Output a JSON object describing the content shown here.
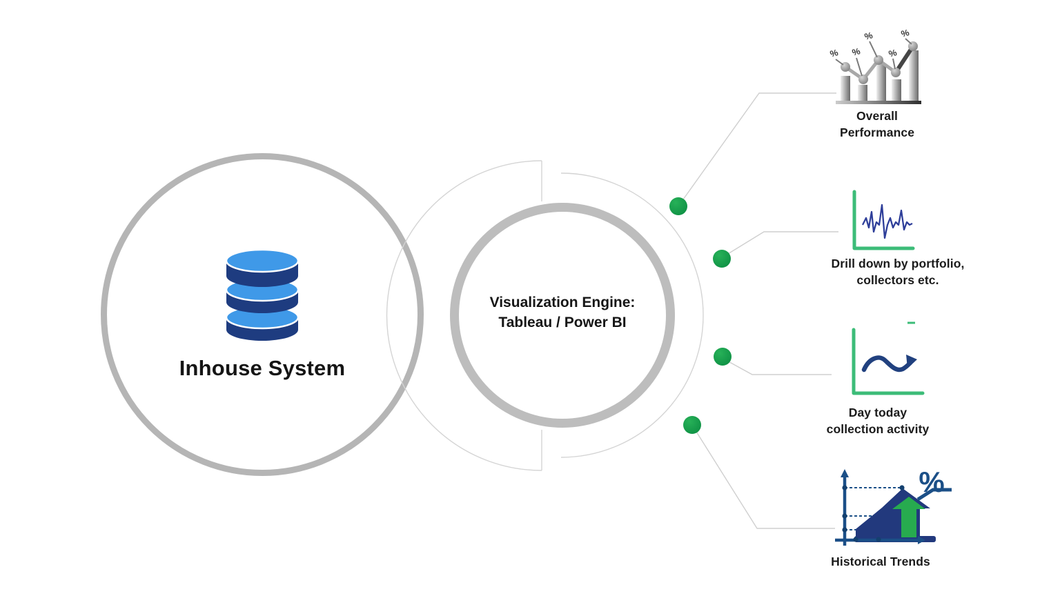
{
  "source": {
    "label": "Inhouse System",
    "icon": "database-icon"
  },
  "engine": {
    "line1": "Visualization Engine:",
    "line2": "Tableau / Power BI"
  },
  "outputs": [
    {
      "id": "overall-performance",
      "icon": "bar-chart-trend-icon",
      "line1": "Overall",
      "line2": "Performance"
    },
    {
      "id": "drill-down",
      "icon": "ecg-line-chart-icon",
      "line1": "Drill down by portfolio,",
      "line2": "collectors etc."
    },
    {
      "id": "day-collection-activity",
      "icon": "wave-arrow-chart-icon",
      "line1": "Day today",
      "line2": "collection activity"
    },
    {
      "id": "historical-trends",
      "icon": "growth-percent-chart-icon",
      "line1": "Historical Trends",
      "line2": ""
    }
  ],
  "glyphs": {
    "percent": "%"
  },
  "colors": {
    "ring_gray": "#b5b5b5",
    "inner_ring_gray": "#bdbdbd",
    "thin_line_gray": "#d4d4d4",
    "dot_green": "#14a04c",
    "axis_green": "#3cbc78",
    "arrow_green": "#27ab4f",
    "db_light_blue": "#3f99e8",
    "db_navy": "#1e3c80",
    "wave_blue": "#2e3e99",
    "hist_navy": "#1b4f87",
    "area_navy": "#22397d",
    "text_dark": "#1a1a1a"
  }
}
